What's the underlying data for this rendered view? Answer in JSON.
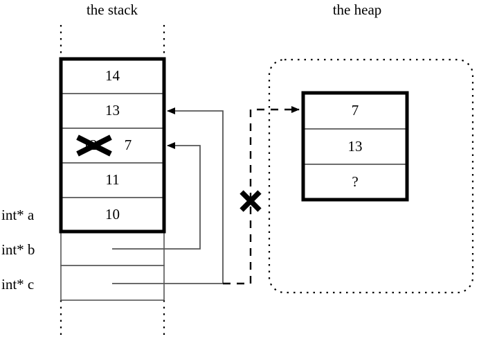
{
  "figure": {
    "kind": "memory-diagram",
    "description": "Stack and heap memory diagram showing pointers a, b, c and a freed heap block"
  },
  "titles": {
    "stack": "the stack",
    "heap": "the heap"
  },
  "stack": {
    "variable_labels": [
      {
        "name": "a",
        "text": "int* a"
      },
      {
        "name": "b",
        "text": "int* b"
      },
      {
        "name": "c",
        "text": "int* c"
      }
    ],
    "cells": [
      {
        "id": "cell-14",
        "value": "14",
        "struck": false,
        "new_value": ""
      },
      {
        "id": "cell-13",
        "value": "13",
        "struck": false,
        "new_value": ""
      },
      {
        "id": "cell-12",
        "value": "12",
        "struck": true,
        "new_value": "7"
      },
      {
        "id": "cell-11",
        "value": "11",
        "struck": false,
        "new_value": ""
      },
      {
        "id": "cell-10",
        "value": "10",
        "struck": false,
        "new_value": ""
      },
      {
        "id": "cell-b",
        "value": "",
        "struck": false,
        "new_value": ""
      },
      {
        "id": "cell-c",
        "value": "",
        "struck": false,
        "new_value": ""
      }
    ]
  },
  "heap": {
    "cells": [
      {
        "id": "heap-cell-0",
        "value": "7"
      },
      {
        "id": "heap-cell-1",
        "value": "13"
      },
      {
        "id": "heap-cell-2",
        "value": "?"
      }
    ]
  },
  "markers": {
    "invalid_pointer_x": "✕",
    "struck_value_x": "✕"
  },
  "colors": {
    "stroke": "#000000",
    "thin_stroke": "#555555",
    "background": "#ffffff"
  }
}
